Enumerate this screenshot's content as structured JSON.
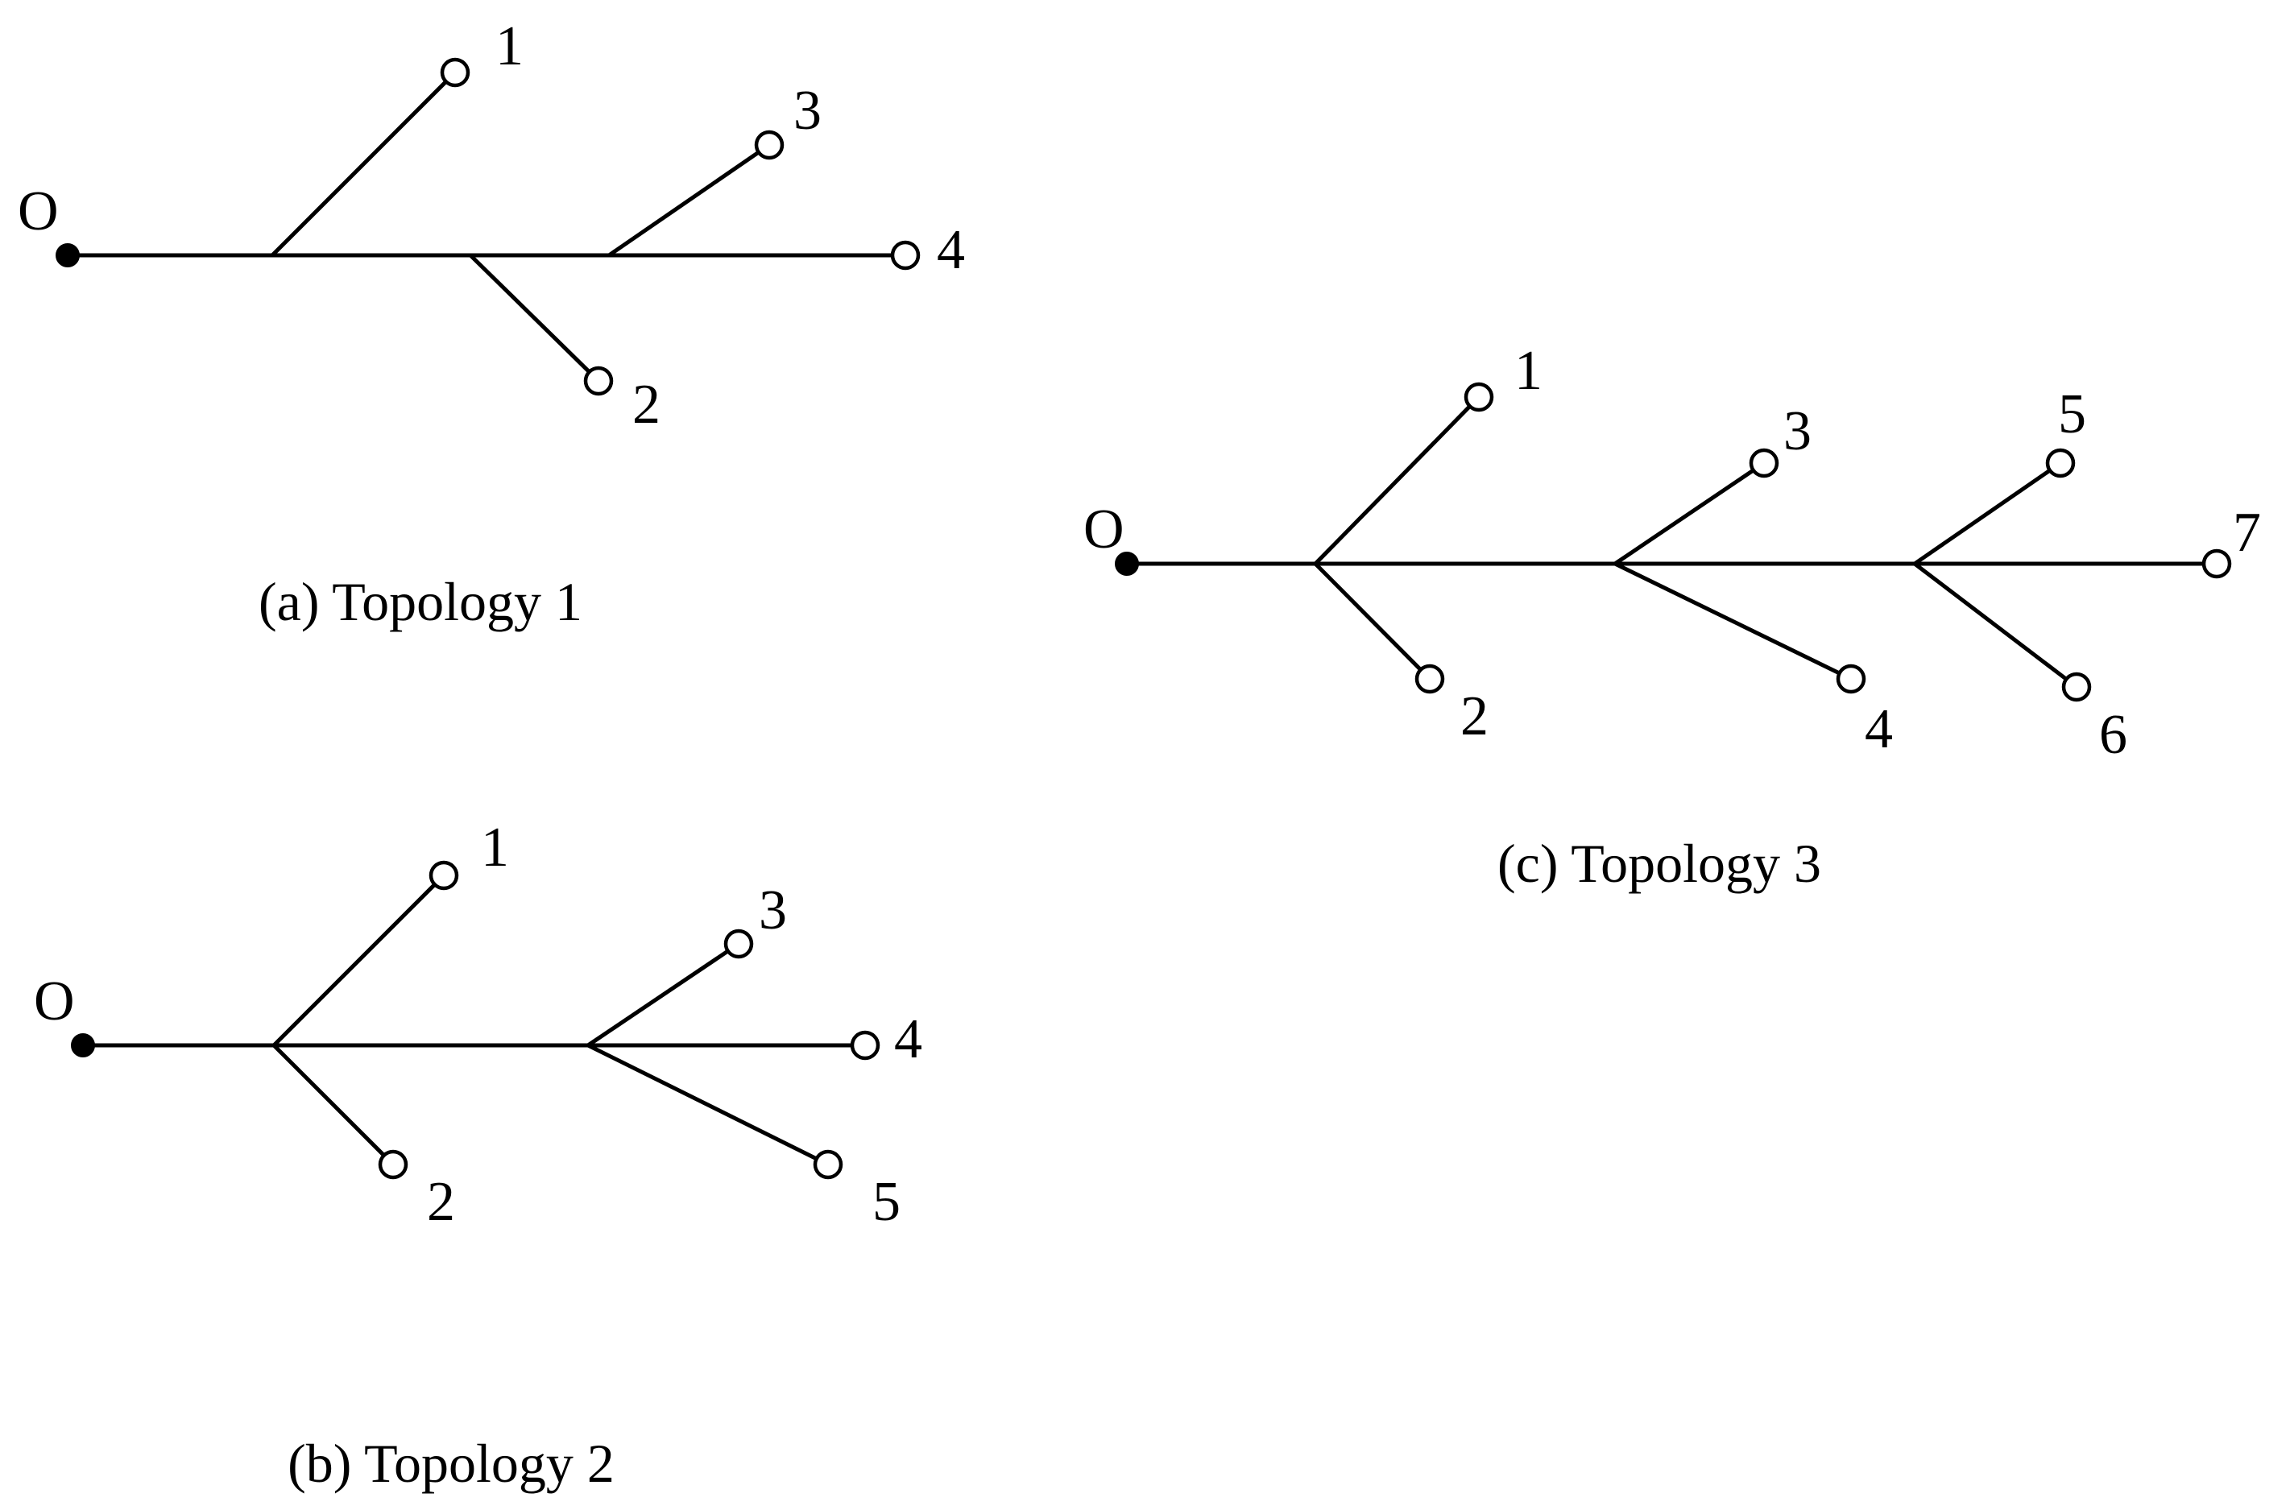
{
  "colors": {
    "stroke": "#000000",
    "background": "#ffffff"
  },
  "topologies": [
    {
      "caption": "(a) Topology 1",
      "root_label": "O",
      "leaves": [
        {
          "label": "1"
        },
        {
          "label": "2"
        },
        {
          "label": "3"
        },
        {
          "label": "4"
        }
      ]
    },
    {
      "caption": "(b) Topology 2",
      "root_label": "O",
      "leaves": [
        {
          "label": "1"
        },
        {
          "label": "2"
        },
        {
          "label": "3"
        },
        {
          "label": "4"
        },
        {
          "label": "5"
        }
      ]
    },
    {
      "caption": "(c) Topology 3",
      "root_label": "O",
      "leaves": [
        {
          "label": "1"
        },
        {
          "label": "2"
        },
        {
          "label": "3"
        },
        {
          "label": "4"
        },
        {
          "label": "5"
        },
        {
          "label": "6"
        },
        {
          "label": "7"
        }
      ]
    }
  ]
}
